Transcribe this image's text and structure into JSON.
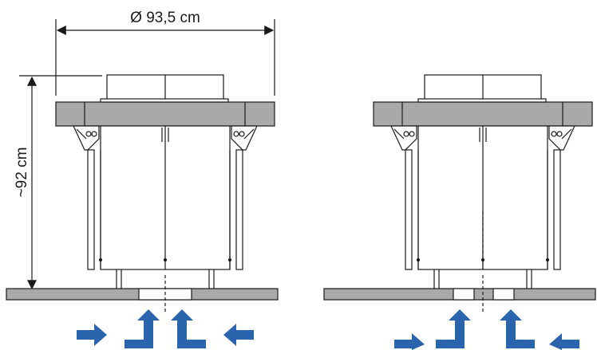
{
  "dimensions": {
    "diameter_label": "Ø 93,5 cm",
    "height_label": "~92 cm"
  },
  "diagrams": [
    {
      "name": "installation-left",
      "airflow_arrows": 4,
      "floor_openings": 1
    },
    {
      "name": "installation-right",
      "airflow_arrows": 4,
      "floor_openings": 2
    }
  ],
  "colors": {
    "line": "#1a1a1a",
    "panel_gray": "#a9a9a9",
    "airflow_blue": "#2a64ad",
    "background": "#ffffff"
  },
  "icons": [
    "dimension-arrow-icon",
    "airflow-arrow-icon"
  ]
}
